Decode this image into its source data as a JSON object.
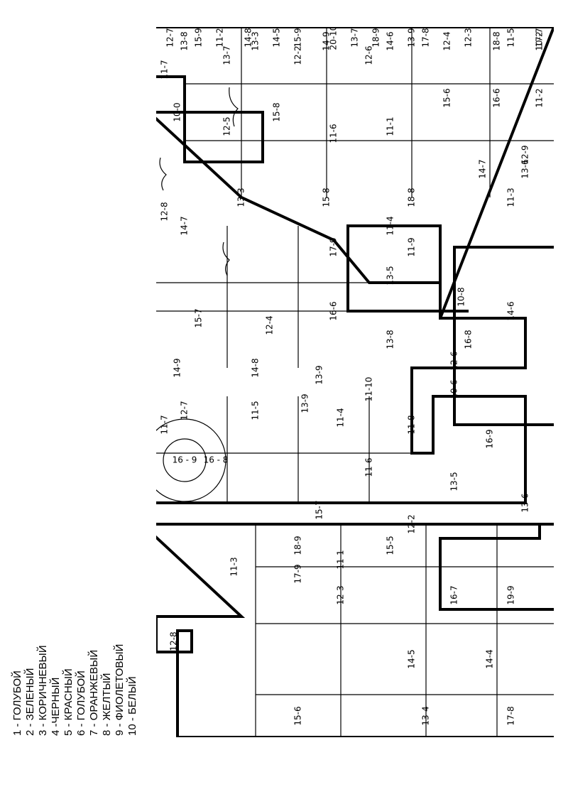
{
  "legend": [
    "1 - ГОЛУБОЙ",
    "2 - ЗЕЛЕНЫЙ",
    "3 - КОРИЧНЕВЫЙ",
    "4 -ЧЕРНЫЙ",
    "5 - КРАСНЫЙ",
    "6 - ГОЛУБОЙ",
    "7 - ОРАНЖЕВЫЙ",
    "8 - ЖЕЛТЫЙ",
    "9 - ФИОЛЕТОВЫЙ",
    "10 - БЕЛЫЙ"
  ],
  "sun": {
    "inner": "16 - 9",
    "outer": "16 - 8"
  },
  "regions": [
    "17-8",
    "13-4",
    "15-6",
    "14-4",
    "14-5",
    "19-9",
    "16-7",
    "12-3",
    "15-5",
    "18-9",
    "12-8",
    "11-3",
    "17-9",
    "11-1",
    "15-7",
    "12-2",
    "13-5",
    "13-6",
    "11-6",
    "16-9",
    "11-8",
    "11-4",
    "10-6",
    "14-9",
    "14-8",
    "13-9",
    "13-8",
    "16-8",
    "14-6",
    "10-8",
    "13-5",
    "12-7",
    "11-5",
    "13-9",
    "11-10",
    "12-6",
    "11-7",
    "12-4",
    "15-7",
    "16-6",
    "11-9",
    "17-9",
    "12-8",
    "14-7",
    "13-3",
    "15-8",
    "11-4",
    "18-8",
    "14-7",
    "13-6",
    "12-5",
    "10-0",
    "15-8",
    "11-6",
    "11-1",
    "15-6",
    "16-6",
    "11-2",
    "13-7",
    "12-2",
    "12-6",
    "11-3",
    "12-9",
    "11-7",
    "13-8",
    "13-3",
    "14-9",
    "14-6",
    "12-4",
    "18-8",
    "10-2",
    "12-7",
    "11-2",
    "14-5",
    "20-10",
    "18-9",
    "17-8",
    "12-3",
    "11-5",
    "17-7",
    "15-9",
    "14-8",
    "15-9",
    "13-7",
    "13-9"
  ]
}
